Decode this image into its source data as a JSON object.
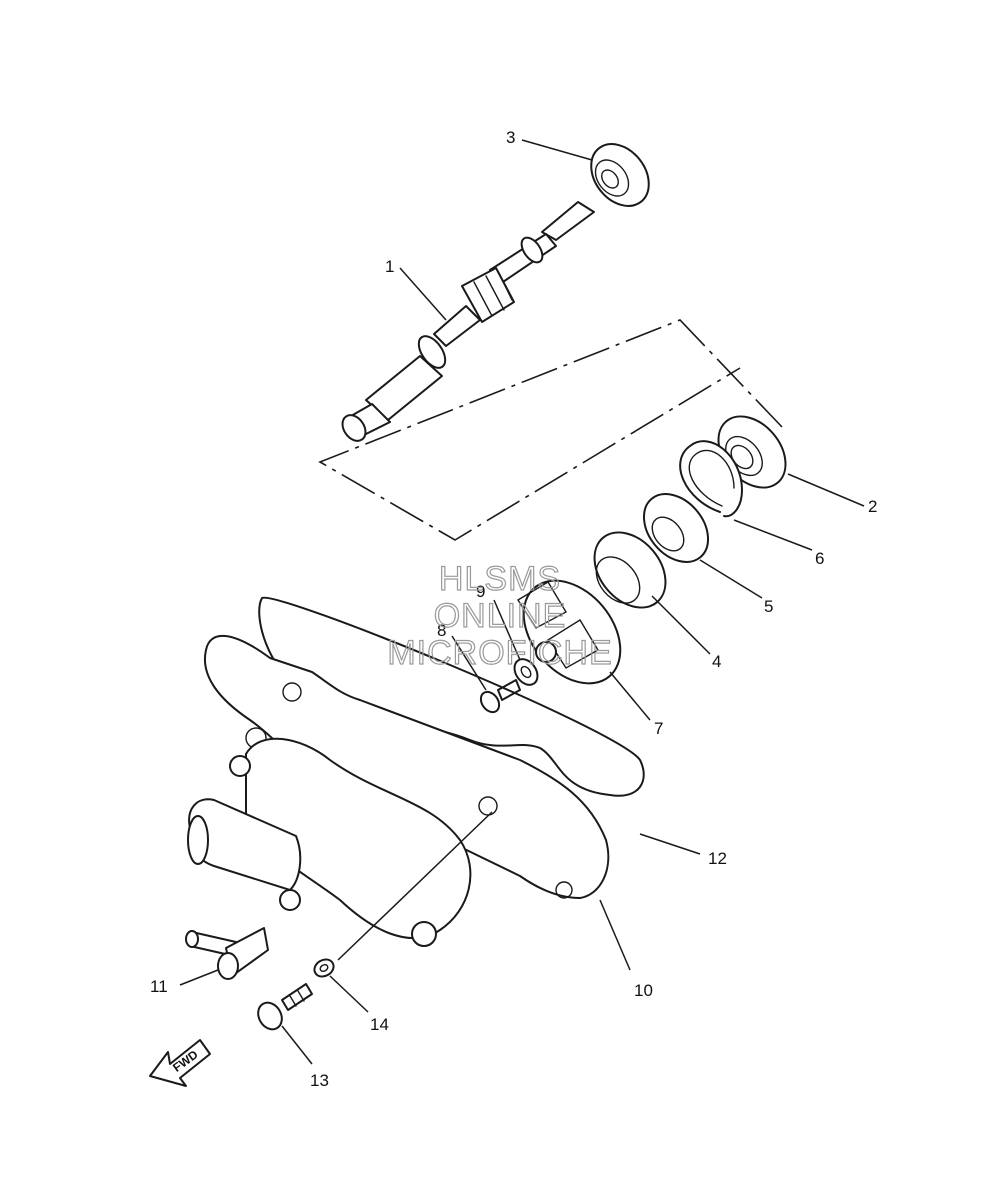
{
  "watermark": {
    "line1": "HLSMS",
    "line2": "ONLINE",
    "line3": "MICROFICHE"
  },
  "fwd_label": "FWD",
  "callouts": {
    "c1": "1",
    "c2": "2",
    "c3": "3",
    "c4": "4",
    "c5": "5",
    "c6": "6",
    "c7": "7",
    "c8": "8",
    "c9": "9",
    "c10": "10",
    "c11": "11",
    "c12": "12",
    "c13": "13",
    "c14": "14"
  },
  "colors": {
    "line": "#1a1a1a",
    "watermark": "#9a9a9a",
    "background": "#ffffff"
  }
}
